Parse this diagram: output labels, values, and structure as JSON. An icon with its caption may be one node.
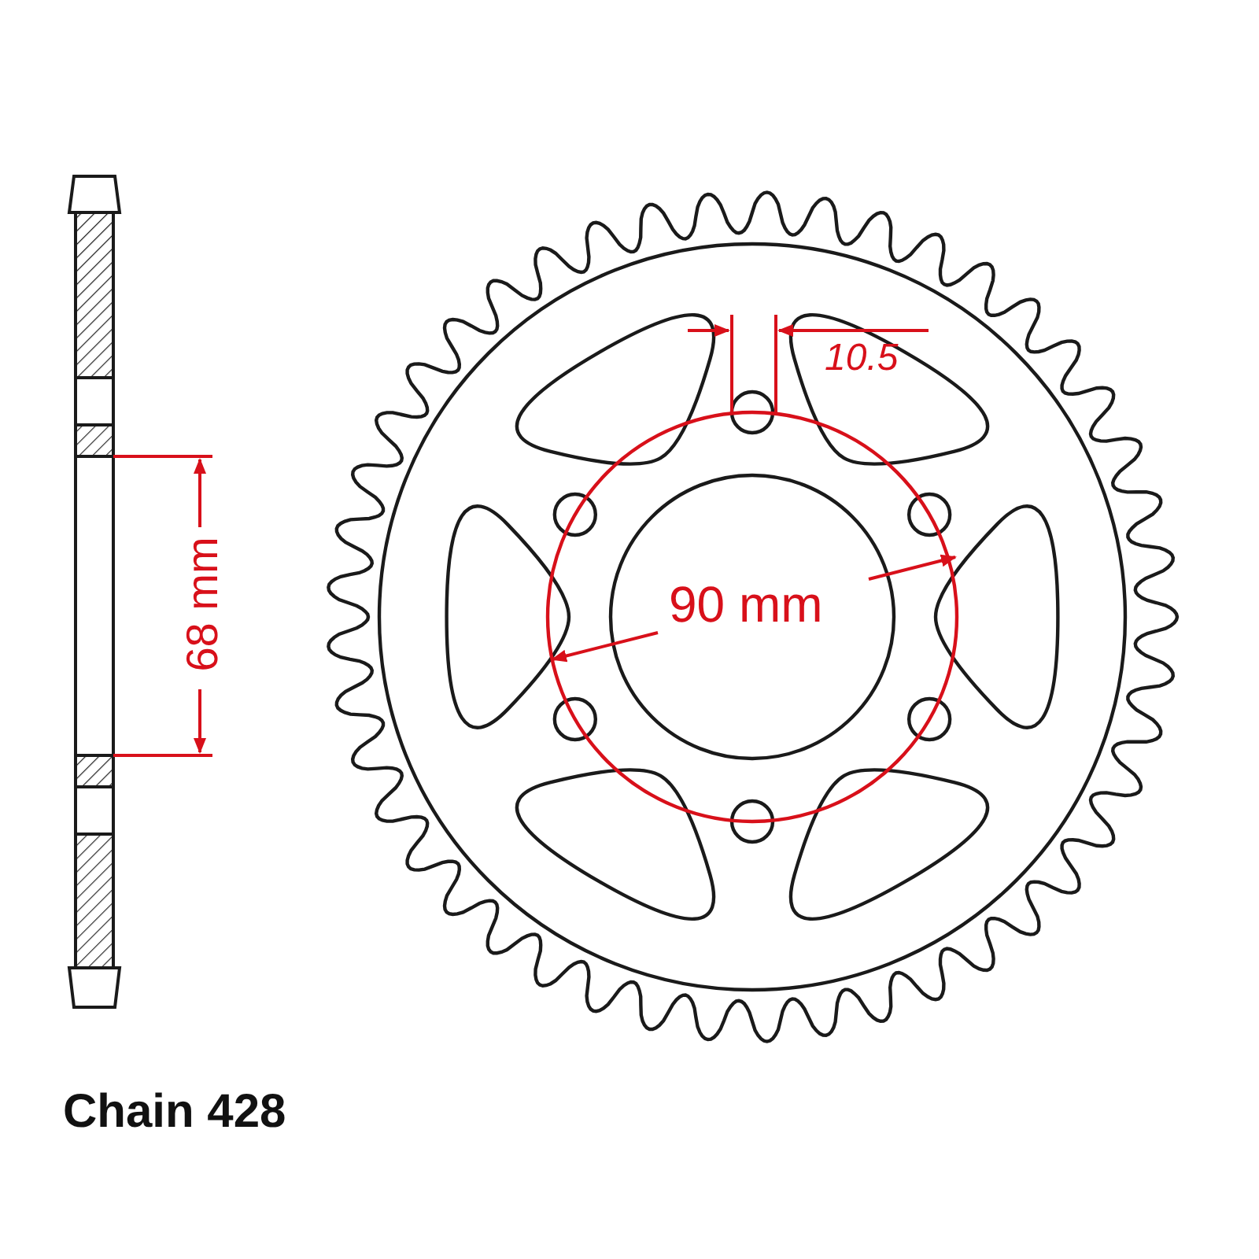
{
  "diagram": {
    "labels": [
      "10.5",
      "68 mm",
      "90 mm",
      "Chain 428"
    ]
  }
}
